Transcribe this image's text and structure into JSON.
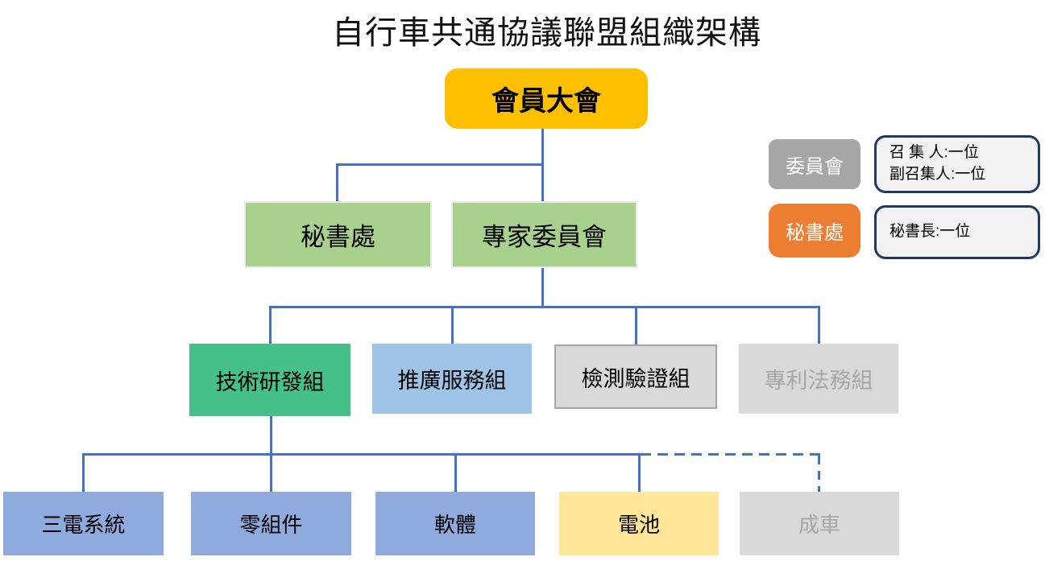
{
  "title": "自行車共通協議聯盟組織架構",
  "nodes": {
    "assembly": "會員大會",
    "secretariat": "秘書處",
    "expert_committee": "專家委員會",
    "tech_rd": "技術研發組",
    "promotion_service": "推廣服務組",
    "testing_certification": "檢測驗證組",
    "patent_legal": "專利法務組",
    "three_electric_system": "三電系統",
    "components": "零組件",
    "software": "軟體",
    "battery": "電池",
    "complete_vehicle": "成車"
  },
  "legend": {
    "committee_label": "委員會",
    "committee_note_line1": "召 集 人:一位",
    "committee_note_line2": "副召集人:一位",
    "secretariat_label": "秘書處",
    "secretariat_note": "秘書長:一位"
  },
  "colors": {
    "gold": "#FFC000",
    "light-green": "#A9D18E",
    "emerald": "#46C08A",
    "sky-blue": "#9DC3E6",
    "light-gray": "#D9D9D9",
    "gray-border": "#A6A6A6",
    "muted-text": "#A6A6A6",
    "periwinkle": "#8FAADC",
    "light-yellow": "#FFE699",
    "orange": "#ED7D31",
    "legend-gray": "#A6A6A6",
    "info-fill": "#F2F2F2",
    "info-border": "#1F3864",
    "connector": "#4472C4",
    "text": "#000000"
  }
}
